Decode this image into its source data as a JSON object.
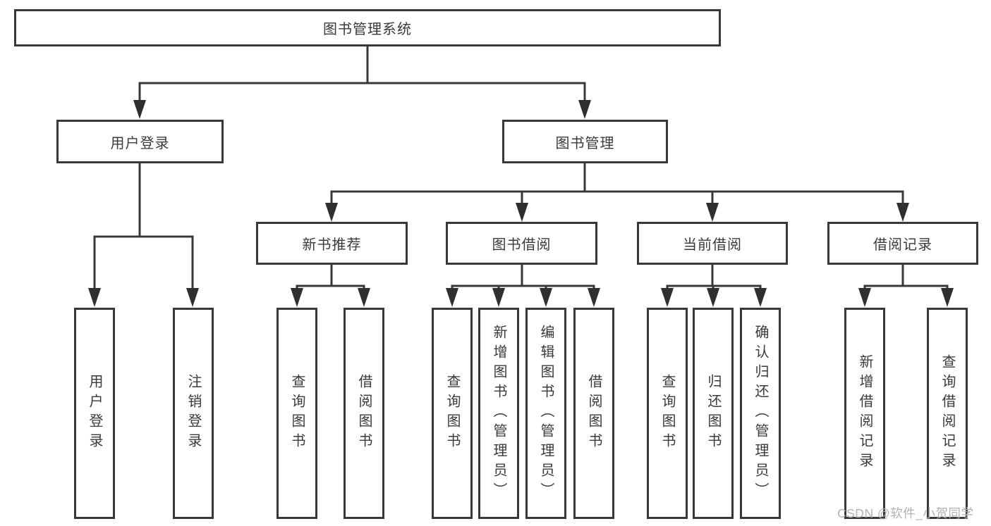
{
  "diagram": {
    "label": "图书管理系统",
    "children": [
      {
        "label": "用户登录",
        "children": [
          {
            "label": "用户登录"
          },
          {
            "label": "注销登录"
          }
        ]
      },
      {
        "label": "图书管理",
        "children": [
          {
            "label": "新书推荐",
            "children": [
              {
                "label": "查询图书"
              },
              {
                "label": "借阅图书"
              }
            ]
          },
          {
            "label": "图书借阅",
            "children": [
              {
                "label": "查询图书"
              },
              {
                "label": "新增图书（管理员）"
              },
              {
                "label": "编辑图书（管理员）"
              },
              {
                "label": "借阅图书"
              }
            ]
          },
          {
            "label": "当前借阅",
            "children": [
              {
                "label": "查询图书"
              },
              {
                "label": "归还图书"
              },
              {
                "label": "确认归还（管理员）"
              }
            ]
          },
          {
            "label": "借阅记录",
            "children": [
              {
                "label": "新增借阅记录"
              },
              {
                "label": "查询借阅记录"
              }
            ]
          }
        ]
      }
    ]
  },
  "watermark": {
    "text": "CSDN @软件_小贺同学"
  },
  "colors": {
    "line": "#383838",
    "arrow": "#2f2f2f",
    "text": "#3a3a3a",
    "background": "#ffffff",
    "watermark": "#b2b2b2"
  }
}
